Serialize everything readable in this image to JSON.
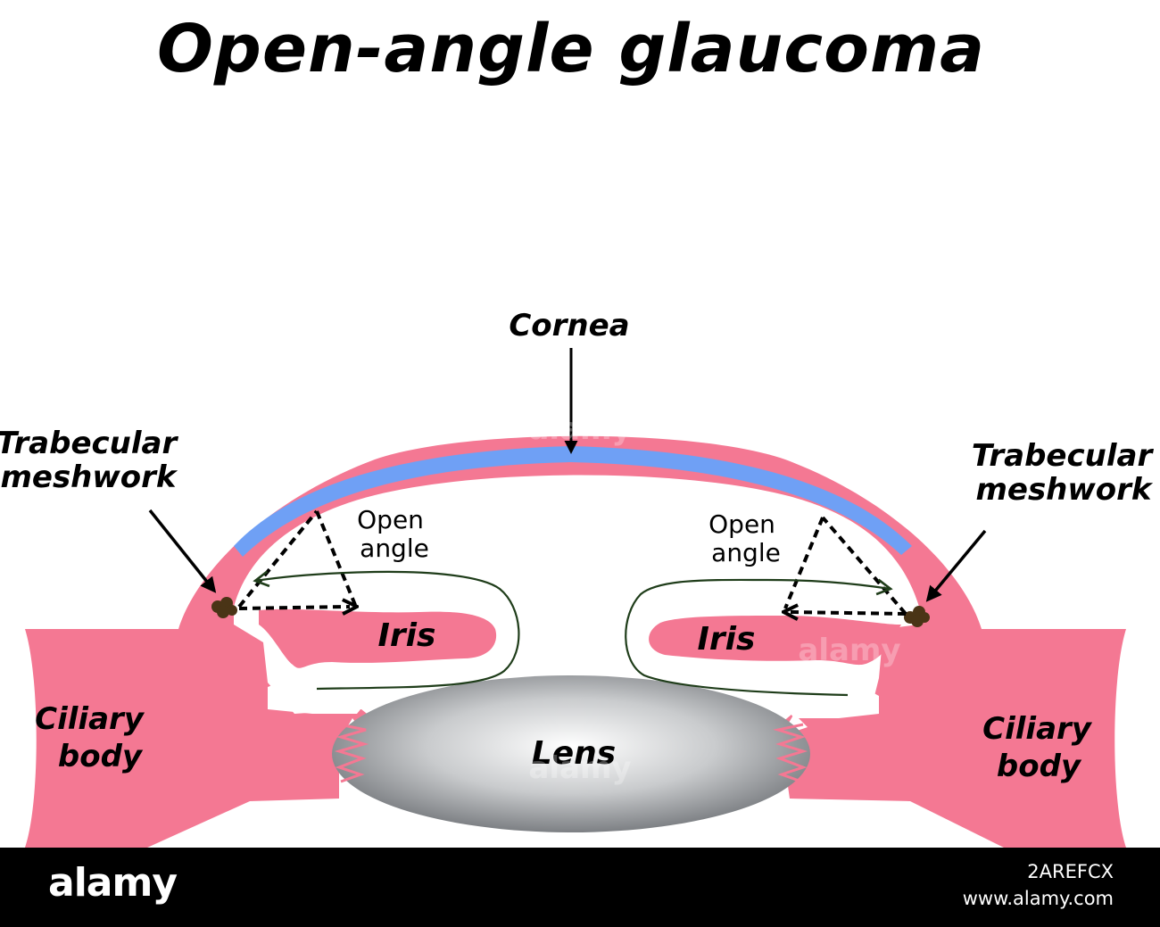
{
  "title": "Open-angle glaucoma",
  "labels": {
    "cornea": "Cornea",
    "trabecular_left": [
      "Trabecular",
      "meshwork"
    ],
    "trabecular_right": [
      "Trabecular",
      "meshwork"
    ],
    "open_angle_left": [
      "Open",
      "angle"
    ],
    "open_angle_right": [
      "Open",
      "angle"
    ],
    "iris_left": "Iris",
    "iris_right": "Iris",
    "ciliary_left": [
      "Ciliary",
      "body"
    ],
    "ciliary_right": [
      "Ciliary",
      "body"
    ],
    "lens": "Lens"
  },
  "watermark": "alamy",
  "footer": {
    "brand": "alamy",
    "image_id": "2AREFCX",
    "site": "www.alamy.com"
  },
  "colors": {
    "tissue": "#f47893",
    "cornea_layer": "#6fa0f5",
    "meshwork": "#4a3416",
    "lens_dark": "#7d8084",
    "lens_light": "#ffffff",
    "flow_arrow": "#1f3d1a"
  }
}
